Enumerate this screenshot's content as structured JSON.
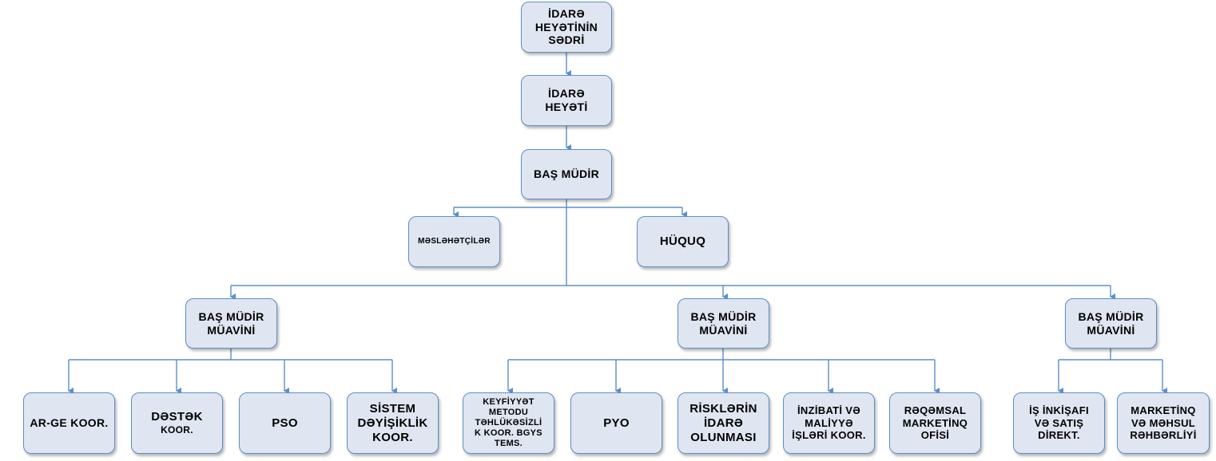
{
  "org_chart": {
    "chairman": "İDARƏ\nHEYƏTİNİN\nSƏDRİ",
    "board": "İDARƏ\nHEYƏTİ",
    "ceo": "BAŞ MÜDİR",
    "advisors": "MƏSLƏHƏTÇİLƏR",
    "legal": "HÜQUQ",
    "deputy_left": "BAŞ MÜDİR\nMÜAVİNİ",
    "deputy_center": "BAŞ MÜDİR\nMÜAVİNİ",
    "deputy_right": "BAŞ MÜDİR\nMÜAVİNİ",
    "rnd": "AR-GE KOOR.",
    "support_main": "DƏSTƏK",
    "support_sub": "KOOR.",
    "pso": "PSO",
    "system_change": "SİSTEM\nDƏYİŞİKLİK\nKOOR.",
    "quality": "KEYFİYYƏT\nMETODU\nTƏHLÜKƏSİZLİ\nK KOOR. BGYS\nTEMS.",
    "pyo": "PYO",
    "risk": "RİSKLƏRİN\nİDARƏ\nOLUNMASI",
    "admin_finance": "İNZİBATİ VƏ\nMALİYYƏ\nİŞLƏRİ KOOR.",
    "digital_marketing": "RƏQƏMSAL\nMARKETİNQ\nOFİSİ",
    "business_dev": "İŞ İNKİŞAFI\nVƏ SATIŞ\nDİREKT.",
    "marketing_product": "MARKETİNQ\nVƏ MƏHSUL\nRƏHBƏRLİYİ"
  },
  "colors": {
    "node_fill": "#dfe6f1",
    "node_border": "#5b8fc7",
    "connector": "#5b8fc7"
  }
}
